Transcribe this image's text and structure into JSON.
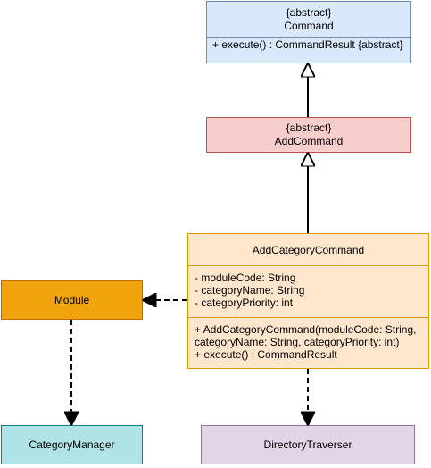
{
  "command": {
    "stereotype": "{abstract}",
    "name": "Command",
    "method": "+ execute() : CommandResult {abstract}",
    "fill": "#dae8fc",
    "stroke": "#6c8ebf"
  },
  "add_command": {
    "stereotype": "{abstract}",
    "name": "AddCommand",
    "fill": "#f8cecc",
    "stroke": "#b85450"
  },
  "add_category_command": {
    "name": "AddCategoryCommand",
    "fields": [
      "- moduleCode: String",
      "- categoryName: String",
      "- categoryPriority: int"
    ],
    "methods": [
      "+ AddCategoryCommand(moduleCode: String,",
      "categoryName: String, categoryPriority: int)",
      "+ execute() : CommandResult"
    ],
    "fill": "#ffe6cc",
    "stroke": "#d79b00"
  },
  "module": {
    "name": "Module",
    "fill": "#f0a30a",
    "stroke": "#bd7000"
  },
  "category_manager": {
    "name": "CategoryManager",
    "fill": "#b0e3e6",
    "stroke": "#0e8088"
  },
  "directory_traverser": {
    "name": "DirectoryTraverser",
    "fill": "#e1d5e7",
    "stroke": "#9673a6"
  }
}
